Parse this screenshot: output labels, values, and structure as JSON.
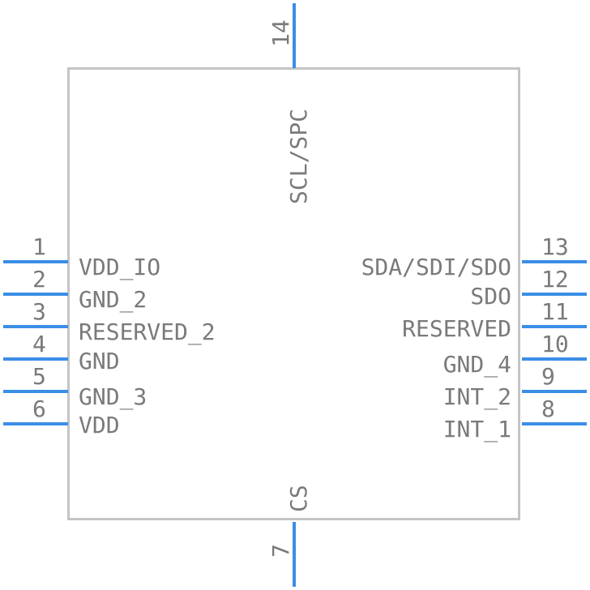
{
  "component": {
    "body_color": "#c4c4c4",
    "pin_color": "#3b8ee6",
    "text_color": "#7a7a7a",
    "pins": {
      "p1": {
        "number": "1",
        "name": "VDD_IO"
      },
      "p2": {
        "number": "2",
        "name": "GND_2"
      },
      "p3": {
        "number": "3",
        "name": "RESERVED_2"
      },
      "p4": {
        "number": "4",
        "name": "GND"
      },
      "p5": {
        "number": "5",
        "name": "GND_3"
      },
      "p6": {
        "number": "6",
        "name": "VDD"
      },
      "p7": {
        "number": "7",
        "name": "CS"
      },
      "p8": {
        "number": "8",
        "name": "INT_1"
      },
      "p9": {
        "number": "9",
        "name": "INT_2"
      },
      "p10": {
        "number": "10",
        "name": "GND_4"
      },
      "p11": {
        "number": "11",
        "name": "RESERVED"
      },
      "p12": {
        "number": "12",
        "name": "SDO"
      },
      "p13": {
        "number": "13",
        "name": "SDA/SDI/SDO"
      },
      "p14": {
        "number": "14",
        "name": "SCL/SPC"
      }
    }
  }
}
